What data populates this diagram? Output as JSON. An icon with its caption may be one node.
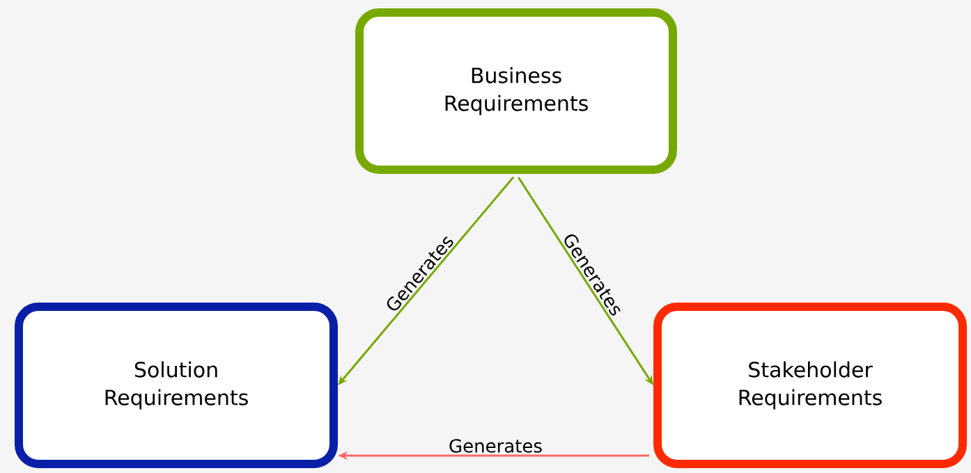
{
  "diagram": {
    "nodes": [
      {
        "text": [
          "Business Requirements"
        ]
      },
      {
        "text": [
          "Solution Requirements"
        ]
      },
      {
        "text": [
          "Stakeholder Requirements"
        ]
      }
    ],
    "edges": [
      {
        "from": 0,
        "to": 1,
        "arrow": "to",
        "label": "Generates"
      },
      {
        "from": 0,
        "to": 2,
        "arrow": "to",
        "label": "Generates"
      },
      {
        "from": 2,
        "to": 1,
        "arrow": "to",
        "label": "Generates",
        "color": "#ff6666"
      }
    ]
  }
}
